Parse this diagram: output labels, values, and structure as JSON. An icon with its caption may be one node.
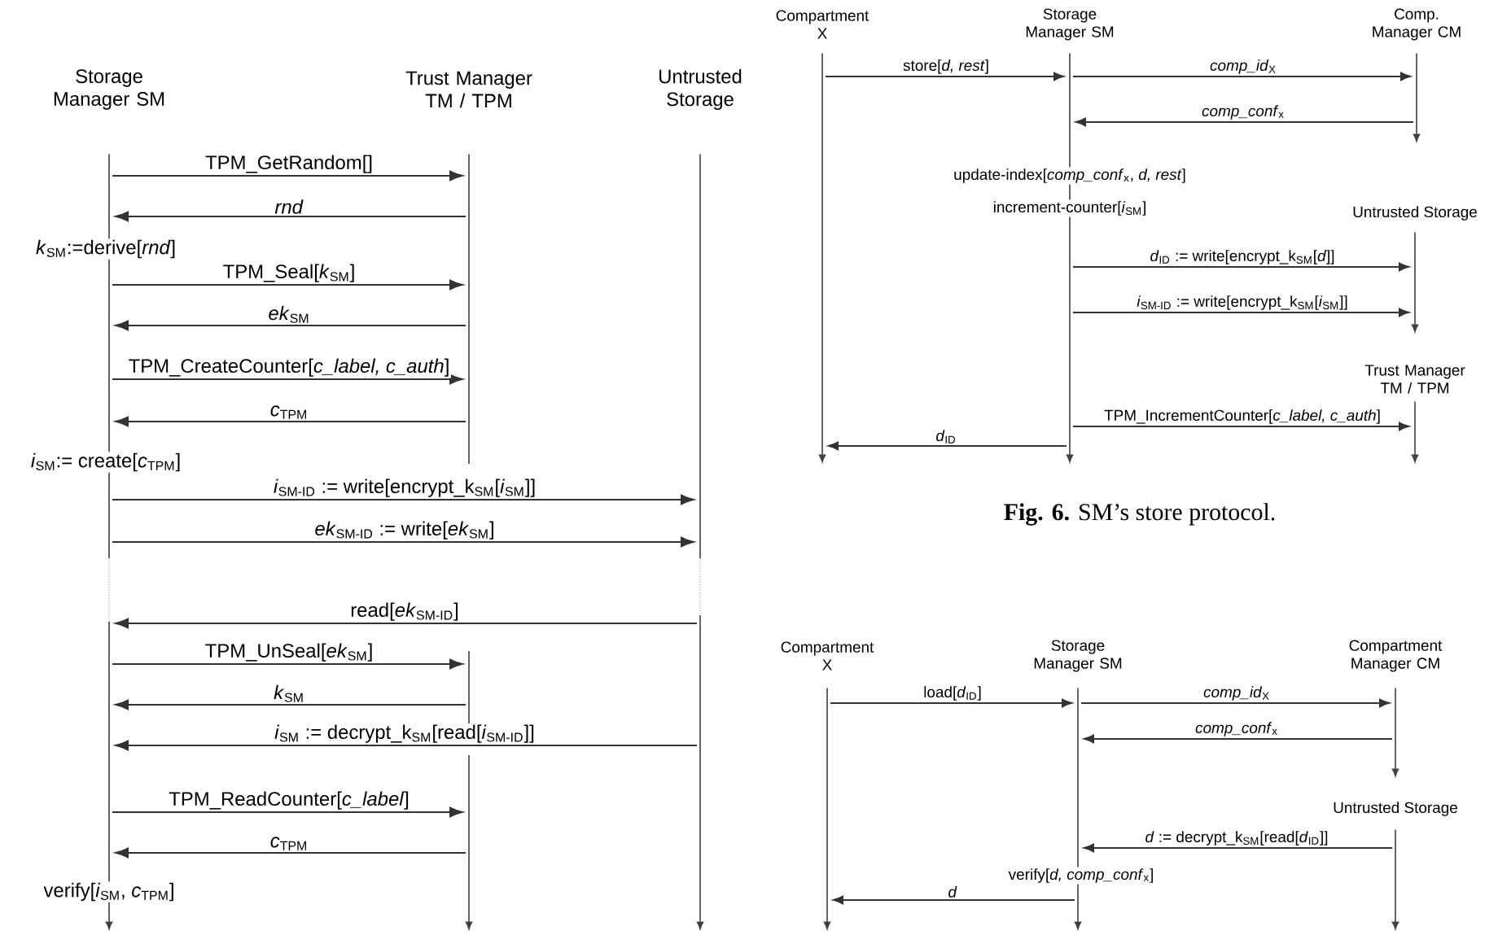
{
  "diagram": {
    "caption": "**Fig. 6.** SM’s store protocol.",
    "nodes": [
      {
        "text": [],
        "shape": "line",
        "beside": [
          "Storage Manager SM"
        ]
      },
      {
        "text": [],
        "shape": "line",
        "beside": [
          "Trust Manager TM / TPM"
        ]
      },
      {
        "text": [],
        "shape": "line",
        "beside": [
          "Untrusted Storage"
        ]
      },
      {
        "text": [],
        "shape": "line",
        "beside": [
          "Compartment X"
        ]
      },
      {
        "text": [],
        "shape": "line",
        "beside": [
          "Storage Manager SM"
        ]
      },
      {
        "text": [],
        "shape": "line",
        "beside": [
          "Comp. Manager CM"
        ]
      },
      {
        "text": [],
        "shape": "line",
        "beside": [
          "Untrusted Storage"
        ]
      },
      {
        "text": [],
        "shape": "line",
        "beside": [
          "Trust Manager TM / TPM"
        ]
      },
      {
        "text": [],
        "shape": "line",
        "beside": [
          "Compartment X"
        ]
      },
      {
        "text": [],
        "shape": "line",
        "beside": [
          "Storage Manager SM"
        ]
      },
      {
        "text": [],
        "shape": "line",
        "beside": [
          "Compartment Manager CM"
        ]
      },
      {
        "text": [],
        "shape": "line",
        "beside": [
          "Untrusted Storage"
        ]
      }
    ],
    "edges": [
      {
        "from": 0,
        "to": 1,
        "arrow": "to",
        "label": "TPM_GetRandom[]"
      },
      {
        "from": 1,
        "to": 0,
        "arrow": "to",
        "label": "*rnd*"
      },
      {
        "from": 0,
        "to": 1,
        "arrow": "to",
        "label": "TPM_Seal[*k*$_{SM}$]"
      },
      {
        "from": 1,
        "to": 0,
        "arrow": "to",
        "label": "*ek*$_{SM}$"
      },
      {
        "from": 0,
        "to": 1,
        "arrow": "to",
        "label": "TPM_CreateCounter[*c_label, c_auth*]"
      },
      {
        "from": 1,
        "to": 0,
        "arrow": "to",
        "label": "*c*$_{TPM}$"
      },
      {
        "from": 0,
        "to": 2,
        "arrow": "to",
        "label": "*i*$_{SM-ID}$ := write[encrypt_k$_{SM}$[*i*$_{SM}$]]"
      },
      {
        "from": 0,
        "to": 2,
        "arrow": "to",
        "label": "*ek*$_{SM-ID}$ := write[*ek*$_{SM}$]"
      },
      {
        "from": 2,
        "to": 0,
        "arrow": "to",
        "label": "read[*ek*$_{SM-ID}$]"
      },
      {
        "from": 0,
        "to": 1,
        "arrow": "to",
        "label": "TPM_UnSeal[*ek*$_{SM}$]"
      },
      {
        "from": 1,
        "to": 0,
        "arrow": "to",
        "label": "*k*$_{SM}$"
      },
      {
        "from": 2,
        "to": 0,
        "arrow": "to",
        "label": "*i*$_{SM}$ := decrypt_k$_{SM}$[read[*i*$_{SM-ID}$]]"
      },
      {
        "from": 0,
        "to": 1,
        "arrow": "to",
        "label": "TPM_ReadCounter[*c_label*]"
      },
      {
        "from": 1,
        "to": 0,
        "arrow": "to",
        "label": "*c*$_{TPM}$"
      },
      {
        "from": 3,
        "to": 4,
        "arrow": "to",
        "label": "store[*d, rest*]"
      },
      {
        "from": 4,
        "to": 5,
        "arrow": "to",
        "label": "*comp_id*$_{X}$"
      },
      {
        "from": 5,
        "to": 4,
        "arrow": "to",
        "label": "*comp_conf*$_{x}$"
      },
      {
        "from": 4,
        "to": 6,
        "arrow": "to",
        "label": "*d*$_{ID}$ := write[encrypt_k$_{SM}$[*d*]]"
      },
      {
        "from": 4,
        "to": 6,
        "arrow": "to",
        "label": "*i*$_{SM-ID}$ := write[encrypt_k$_{SM}$[*i*$_{SM}$]]"
      },
      {
        "from": 4,
        "to": 7,
        "arrow": "to",
        "label": "TPM_IncrementCounter[*c_label, c_auth*]"
      },
      {
        "from": 4,
        "to": 3,
        "arrow": "to",
        "label": "*d*$_{ID}$"
      },
      {
        "from": 8,
        "to": 9,
        "arrow": "to",
        "label": "load[*d*$_{ID}$]"
      },
      {
        "from": 9,
        "to": 10,
        "arrow": "to",
        "label": "*comp_id*$_{X}$"
      },
      {
        "from": 10,
        "to": 9,
        "arrow": "to",
        "label": "*comp_conf*$_{x}$"
      },
      {
        "from": 11,
        "to": 9,
        "arrow": "to",
        "label": "*d* := decrypt_k$_{SM}$[read[*d*$_{ID}$]]"
      },
      {
        "from": 9,
        "to": 8,
        "arrow": "to",
        "label": "*d*"
      }
    ],
    "labels": [
      "*k*$_{SM}$:=derive[*rnd*]",
      "*i*$_{SM}$:= create[*c*$_{TPM}$]",
      "verify[*i*$_{SM}$, *c*$_{TPM}$]",
      "update-index[*comp_conf*$_{x}$, *d, rest*]",
      "increment-counter[*i*$_{SM}$]",
      "verify[*d, comp_conf*$_{x}$]"
    ]
  }
}
